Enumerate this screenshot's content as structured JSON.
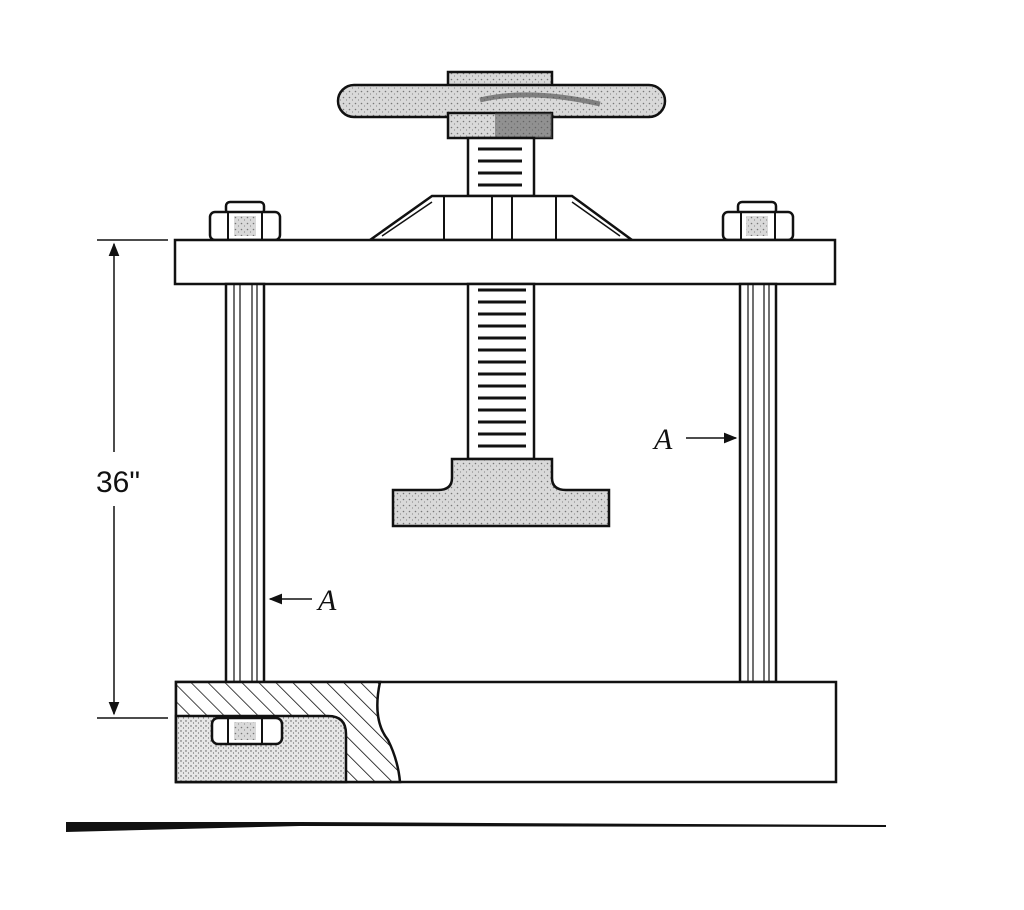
{
  "figure": {
    "dimension_label": "36\"",
    "rod_label_left": "A",
    "rod_label_right": "A"
  },
  "colors": {
    "ink": "#111111",
    "stipple": "#b8b8b8",
    "paper": "#ffffff"
  }
}
